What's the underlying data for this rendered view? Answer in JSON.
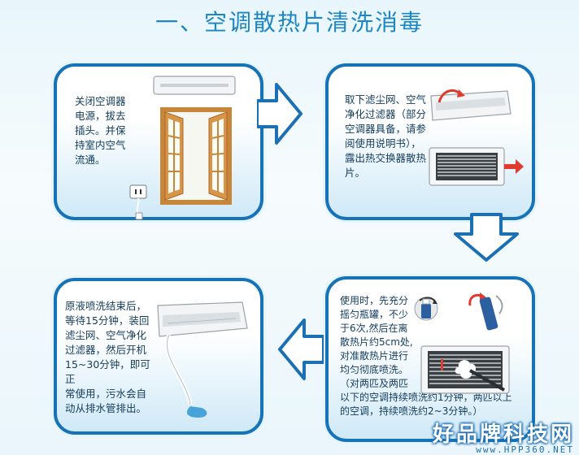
{
  "title": "一、空调散热片清洗消毒",
  "steps": [
    {
      "text": "关闭空调器\n电源，拔去\n插头。并保\n持室内空气\n流通。"
    },
    {
      "text": "取下滤尘网、空气\n净化过滤器（部分\n空调器具备，请参\n阅使用说明书），\n露出热交换器散热\n片。"
    },
    {
      "text": "使用时，先充分\n摇匀瓶罐，不少\n于6次,然后在离\n散热片约5cm处,\n对准散热片进行\n均匀彻底喷洗。\n（对两匹及两匹\n以下的空调持续喷洗约1分钟，两匹以上\n的空调，持续喷洗约2~3分钟。）"
    },
    {
      "text": "原液喷洗结束后，\n等待15分钟，装回\n滤尘网、空气净化\n过滤器，然后开机\n15~30分钟，即可正\n常使用，污水会自\n动从排水管排出。"
    }
  ],
  "watermark": {
    "brand": "好品牌科技网",
    "url": "www.HPP360.NET"
  },
  "colors": {
    "title": "#1e86c2",
    "border": "#1673b8",
    "arrow": "#1a6fb5",
    "window": "#c8863a",
    "accent_red": "#e03a2e"
  },
  "icons": [
    "ac-unit-icon",
    "window-icon",
    "power-plug-icon",
    "filter-icon",
    "spray-can-icon",
    "rotate-arrow-icon",
    "drain-hose-icon"
  ]
}
